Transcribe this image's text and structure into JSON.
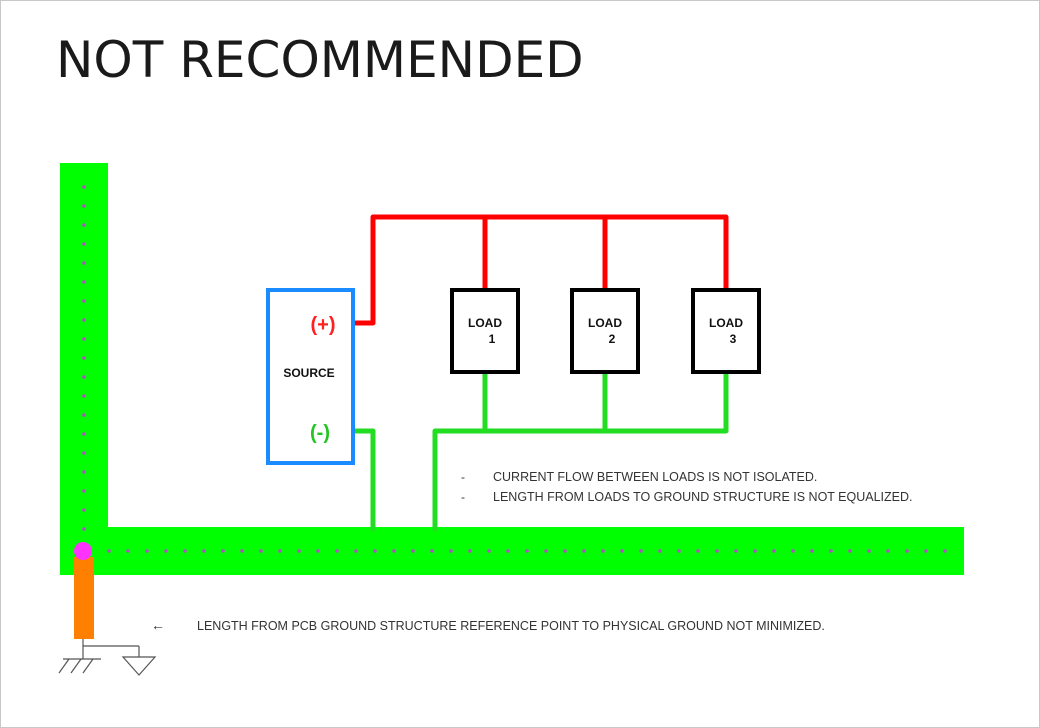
{
  "title": "NOT RECOMMENDED",
  "source": {
    "label": "SOURCE",
    "plus": "(+)",
    "minus": "(-)"
  },
  "loads": [
    {
      "line1": "LOAD",
      "line2": "1"
    },
    {
      "line1": "LOAD",
      "line2": "2"
    },
    {
      "line1": "LOAD",
      "line2": "3"
    }
  ],
  "notes": {
    "bullet": "-",
    "items": [
      "CURRENT FLOW BETWEEN LOADS IS NOT ISOLATED.",
      "LENGTH FROM LOADS TO GROUND STRUCTURE IS NOT EQUALIZED."
    ]
  },
  "ground_note": {
    "arrow": "←",
    "text": "LENGTH FROM PCB GROUND STRUCTURE REFERENCE POINT TO PHYSICAL GROUND NOT MINIMIZED."
  },
  "colors": {
    "ground_plane": "#00ff00",
    "via_dots": "#b050c8",
    "positive_wire": "#ff0000",
    "negative_wire": "#22dd22",
    "source_border": "#1a8cff",
    "reference_point": "#ff33ff",
    "ground_strap": "#ff8000"
  }
}
